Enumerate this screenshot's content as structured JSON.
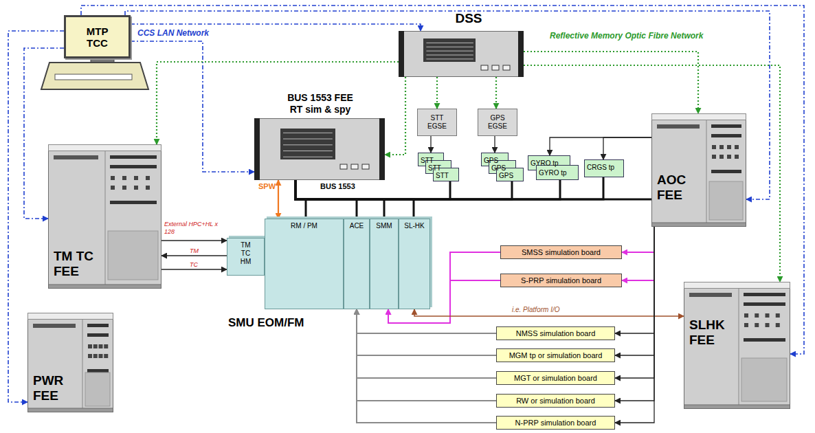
{
  "diagram": {
    "nodes": [
      {
        "text": [
          "MTP TCC"
        ]
      },
      {
        "text": [
          "DSS"
        ]
      },
      {
        "text": [
          "BUS 1553 FEE RT sim & spy"
        ]
      },
      {
        "text": [
          "STT EGSE"
        ]
      },
      {
        "text": [
          "GPS EGSE"
        ]
      },
      {
        "text": [
          "STT"
        ]
      },
      {
        "text": [
          "STT"
        ]
      },
      {
        "text": [
          "STT"
        ]
      },
      {
        "text": [
          "GPS"
        ]
      },
      {
        "text": [
          "GPS"
        ]
      },
      {
        "text": [
          "GPS"
        ]
      },
      {
        "text": [
          "GYRO tp"
        ]
      },
      {
        "text": [
          "GYRO tp"
        ]
      },
      {
        "text": [
          "CRGS tp"
        ]
      },
      {
        "text": [
          "AOC FEE"
        ]
      },
      {
        "text": [
          "TM TC FEE"
        ]
      },
      {
        "text": [
          "SMU EOM/FM"
        ]
      },
      {
        "text": [
          "TM TC HM"
        ],
        "in": 16
      },
      {
        "text": [
          "RM / PM"
        ],
        "in": 16
      },
      {
        "text": [
          "ACE"
        ],
        "in": 16
      },
      {
        "text": [
          "SMM"
        ],
        "in": 16
      },
      {
        "text": [
          "SL-HK"
        ],
        "in": 16
      },
      {
        "text": [
          "SMSS simulation board"
        ]
      },
      {
        "text": [
          "S-PRP simulation board"
        ]
      },
      {
        "text": [
          "SLHK FEE"
        ]
      },
      {
        "text": [
          "NMSS simulation board"
        ]
      },
      {
        "text": [
          "MGM tp or simulation board"
        ]
      },
      {
        "text": [
          "MGT or simulation board"
        ]
      },
      {
        "text": [
          "RW or simulation board"
        ]
      },
      {
        "text": [
          "N-PRP simulation board"
        ]
      },
      {
        "text": [
          "PWR FEE"
        ]
      }
    ],
    "edges": [
      {
        "from": 0,
        "to": 15,
        "arrow": "to"
      },
      {
        "from": 0,
        "to": 30,
        "arrow": "to"
      },
      {
        "from": 0,
        "to": 1,
        "arrow": "to"
      },
      {
        "from": 0,
        "to": 14,
        "arrow": "to"
      },
      {
        "from": 0,
        "to": 24,
        "arrow": "to"
      },
      {
        "from": 0,
        "to": 2,
        "arrow": "to"
      },
      {
        "from": 1,
        "to": 2,
        "arrow": "to"
      },
      {
        "from": 1,
        "to": 3,
        "arrow": "to"
      },
      {
        "from": 1,
        "to": 4,
        "arrow": "to"
      },
      {
        "from": 1,
        "to": 14,
        "arrow": "to"
      },
      {
        "from": 1,
        "to": 24,
        "arrow": "to"
      },
      {
        "from": 1,
        "to": 15,
        "arrow": "to"
      },
      {
        "from": 3,
        "to": 5,
        "arrow": "to"
      },
      {
        "from": 4,
        "to": 8,
        "arrow": "to"
      },
      {
        "from": 2,
        "to": 18,
        "arrow": "none"
      },
      {
        "from": 2,
        "to": 19,
        "arrow": "none"
      },
      {
        "from": 2,
        "to": 20,
        "arrow": "none"
      },
      {
        "from": 2,
        "to": 21,
        "arrow": "none"
      },
      {
        "from": 2,
        "to": 7,
        "arrow": "none"
      },
      {
        "from": 2,
        "to": 10,
        "arrow": "none"
      },
      {
        "from": 2,
        "to": 12,
        "arrow": "none"
      },
      {
        "from": 2,
        "to": 13,
        "arrow": "none"
      },
      {
        "from": 2,
        "to": 14,
        "arrow": "none"
      },
      {
        "from": 14,
        "to": 11,
        "arrow": "to"
      },
      {
        "from": 14,
        "to": 13,
        "arrow": "to"
      },
      {
        "from": 2,
        "to": 18,
        "label": "SPW",
        "arrow": "both"
      },
      {
        "from": 15,
        "to": 17,
        "label": "External HPC+HL x 128",
        "arrow": "to"
      },
      {
        "from": 17,
        "to": 15,
        "label": "TM",
        "arrow": "to"
      },
      {
        "from": 15,
        "to": 17,
        "label": "TC",
        "arrow": "to"
      },
      {
        "from": 14,
        "to": 22,
        "arrow": "to"
      },
      {
        "from": 14,
        "to": 23,
        "arrow": "to"
      },
      {
        "from": 22,
        "to": 20,
        "arrow": "to"
      },
      {
        "from": 23,
        "to": 20,
        "arrow": "to"
      },
      {
        "from": 21,
        "to": 24,
        "label": "i.e. Platform I/O",
        "arrow": "both"
      },
      {
        "from": 14,
        "to": 25,
        "arrow": "to"
      },
      {
        "from": 14,
        "to": 26,
        "arrow": "to"
      },
      {
        "from": 14,
        "to": 27,
        "arrow": "to"
      },
      {
        "from": 14,
        "to": 28,
        "arrow": "to"
      },
      {
        "from": 14,
        "to": 29,
        "arrow": "to"
      },
      {
        "from": 25,
        "to": 19,
        "arrow": "to"
      },
      {
        "from": 26,
        "to": 19,
        "arrow": "to"
      },
      {
        "from": 27,
        "to": 19,
        "arrow": "to"
      },
      {
        "from": 28,
        "to": 19,
        "arrow": "to"
      },
      {
        "from": 29,
        "to": 19,
        "arrow": "to"
      }
    ],
    "labels": [
      "CCS LAN Network",
      "Reflective Memory Optic Fibre Network",
      "BUS 1553"
    ]
  }
}
